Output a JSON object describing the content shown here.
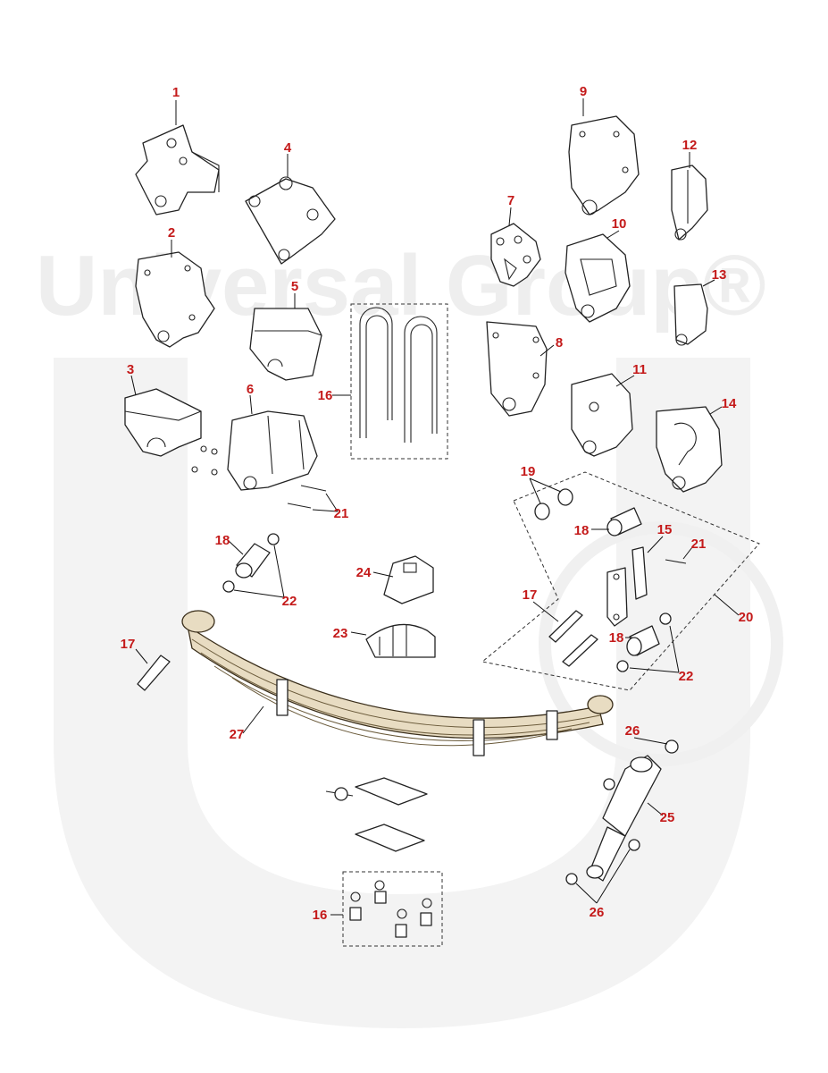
{
  "watermark": {
    "text": "Universal Group®"
  },
  "colors": {
    "label": "#c41a1a",
    "line": "#222222",
    "spring": "#e8dcc2",
    "watermark": "#eeeeee"
  },
  "labels": [
    {
      "id": "1",
      "text": "1"
    },
    {
      "id": "2",
      "text": "2"
    },
    {
      "id": "3",
      "text": "3"
    },
    {
      "id": "4",
      "text": "4"
    },
    {
      "id": "5",
      "text": "5"
    },
    {
      "id": "6",
      "text": "6"
    },
    {
      "id": "7",
      "text": "7"
    },
    {
      "id": "8",
      "text": "8"
    },
    {
      "id": "9",
      "text": "9"
    },
    {
      "id": "10",
      "text": "10"
    },
    {
      "id": "11",
      "text": "11"
    },
    {
      "id": "12",
      "text": "12"
    },
    {
      "id": "13",
      "text": "13"
    },
    {
      "id": "14",
      "text": "14"
    },
    {
      "id": "15",
      "text": "15"
    },
    {
      "id": "16a",
      "text": "16"
    },
    {
      "id": "16b",
      "text": "16"
    },
    {
      "id": "17a",
      "text": "17"
    },
    {
      "id": "17b",
      "text": "17"
    },
    {
      "id": "18a",
      "text": "18"
    },
    {
      "id": "18b",
      "text": "18"
    },
    {
      "id": "18c",
      "text": "18"
    },
    {
      "id": "19",
      "text": "19"
    },
    {
      "id": "20",
      "text": "20"
    },
    {
      "id": "21a",
      "text": "21"
    },
    {
      "id": "21b",
      "text": "21"
    },
    {
      "id": "22a",
      "text": "22"
    },
    {
      "id": "22b",
      "text": "22"
    },
    {
      "id": "23",
      "text": "23"
    },
    {
      "id": "24",
      "text": "24"
    },
    {
      "id": "25",
      "text": "25"
    },
    {
      "id": "26a",
      "text": "26"
    },
    {
      "id": "26b",
      "text": "26"
    },
    {
      "id": "27",
      "text": "27"
    }
  ]
}
